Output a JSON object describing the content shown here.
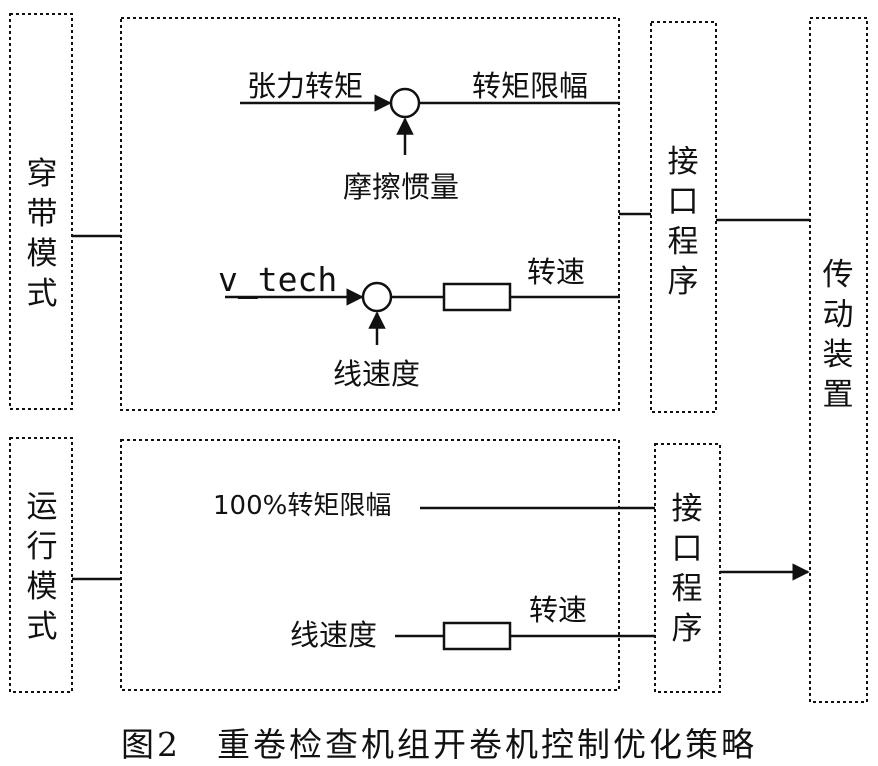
{
  "left_modes": {
    "threading": "穿带模式",
    "running": "运行模式"
  },
  "upper_block": {
    "tension_torque": "张力转矩",
    "torque_limit": "转矩限幅",
    "friction_inertia": "摩擦惯量",
    "v_tech": "v_tech",
    "speed": "转速",
    "line_speed": "线速度"
  },
  "lower_block": {
    "torque_limit_100": "100%转矩限幅",
    "line_speed": "线速度",
    "speed": "转速"
  },
  "interface": {
    "upper": "接口程序",
    "lower": "接口程序"
  },
  "drive": "传动装置",
  "caption": "图2　重卷检查机组开卷机控制优化策略",
  "colors": {
    "ink": "#111111",
    "background": "#ffffff"
  }
}
